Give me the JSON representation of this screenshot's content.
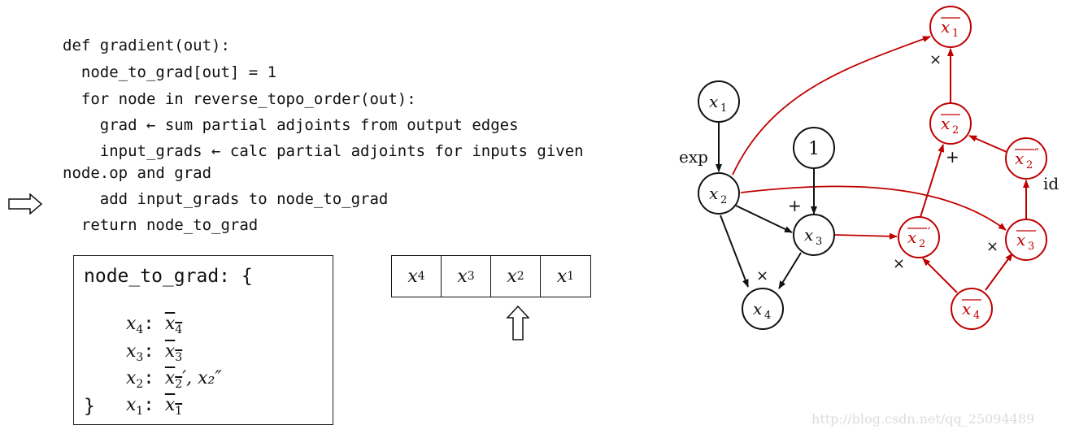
{
  "pseudocode": {
    "lines": [
      "def gradient(out):",
      "  node_to_grad[out] = 1",
      "  for node in reverse_topo_order(out):",
      "    grad ← sum partial adjoints from output edges",
      "    input_grads ← calc partial adjoints for inputs given",
      "node.op and grad",
      "    add input_grads to node_to_grad",
      "  return node_to_grad"
    ],
    "current_line_marker": "right-arrow-icon"
  },
  "node_to_grad": {
    "title": "node_to_grad: {",
    "entries": [
      {
        "key": "x",
        "key_sub": "4",
        "value": "x",
        "value_sub": "4",
        "value_extra": ""
      },
      {
        "key": "x",
        "key_sub": "3",
        "value": "x",
        "value_sub": "3",
        "value_extra": ""
      },
      {
        "key": "x",
        "key_sub": "2",
        "value": "x",
        "value_sub": "2",
        "value_extra": "′, x₂″"
      },
      {
        "key": "x",
        "key_sub": "1",
        "value": "x",
        "value_sub": "1",
        "value_extra": ""
      }
    ],
    "close": "}"
  },
  "topo_order": {
    "cells": [
      {
        "var": "x",
        "sub": "4"
      },
      {
        "var": "x",
        "sub": "3"
      },
      {
        "var": "x",
        "sub": "2"
      },
      {
        "var": "x",
        "sub": "1"
      }
    ],
    "current_index": 2
  },
  "graph": {
    "forward_color": "#111111",
    "adjoint_color": "#c00000",
    "forward_nodes": [
      {
        "id": "x1",
        "label": "x",
        "sub": "1"
      },
      {
        "id": "one",
        "label": "1",
        "sub": ""
      },
      {
        "id": "x2",
        "label": "x",
        "sub": "2"
      },
      {
        "id": "x3",
        "label": "x",
        "sub": "3"
      },
      {
        "id": "x4",
        "label": "x",
        "sub": "4"
      }
    ],
    "adjoint_nodes": [
      {
        "id": "bx1",
        "label": "x",
        "sub": "1",
        "prime": ""
      },
      {
        "id": "bx2",
        "label": "x",
        "sub": "2",
        "prime": ""
      },
      {
        "id": "bx2pp",
        "label": "x",
        "sub": "2",
        "prime": "″"
      },
      {
        "id": "bx2p",
        "label": "x",
        "sub": "2",
        "prime": "′"
      },
      {
        "id": "bx3",
        "label": "x",
        "sub": "3",
        "prime": ""
      },
      {
        "id": "bx4",
        "label": "x",
        "sub": "4",
        "prime": ""
      }
    ],
    "op_labels": {
      "exp": "exp",
      "plus_x3": "+",
      "times_x4": "×",
      "times_bx1": "×",
      "plus_bx2": "+",
      "id_bx2pp": "id",
      "times_bx2p": "×",
      "times_bx3": "×"
    }
  },
  "watermark": "http://blog.csdn.net/qq_25094489"
}
